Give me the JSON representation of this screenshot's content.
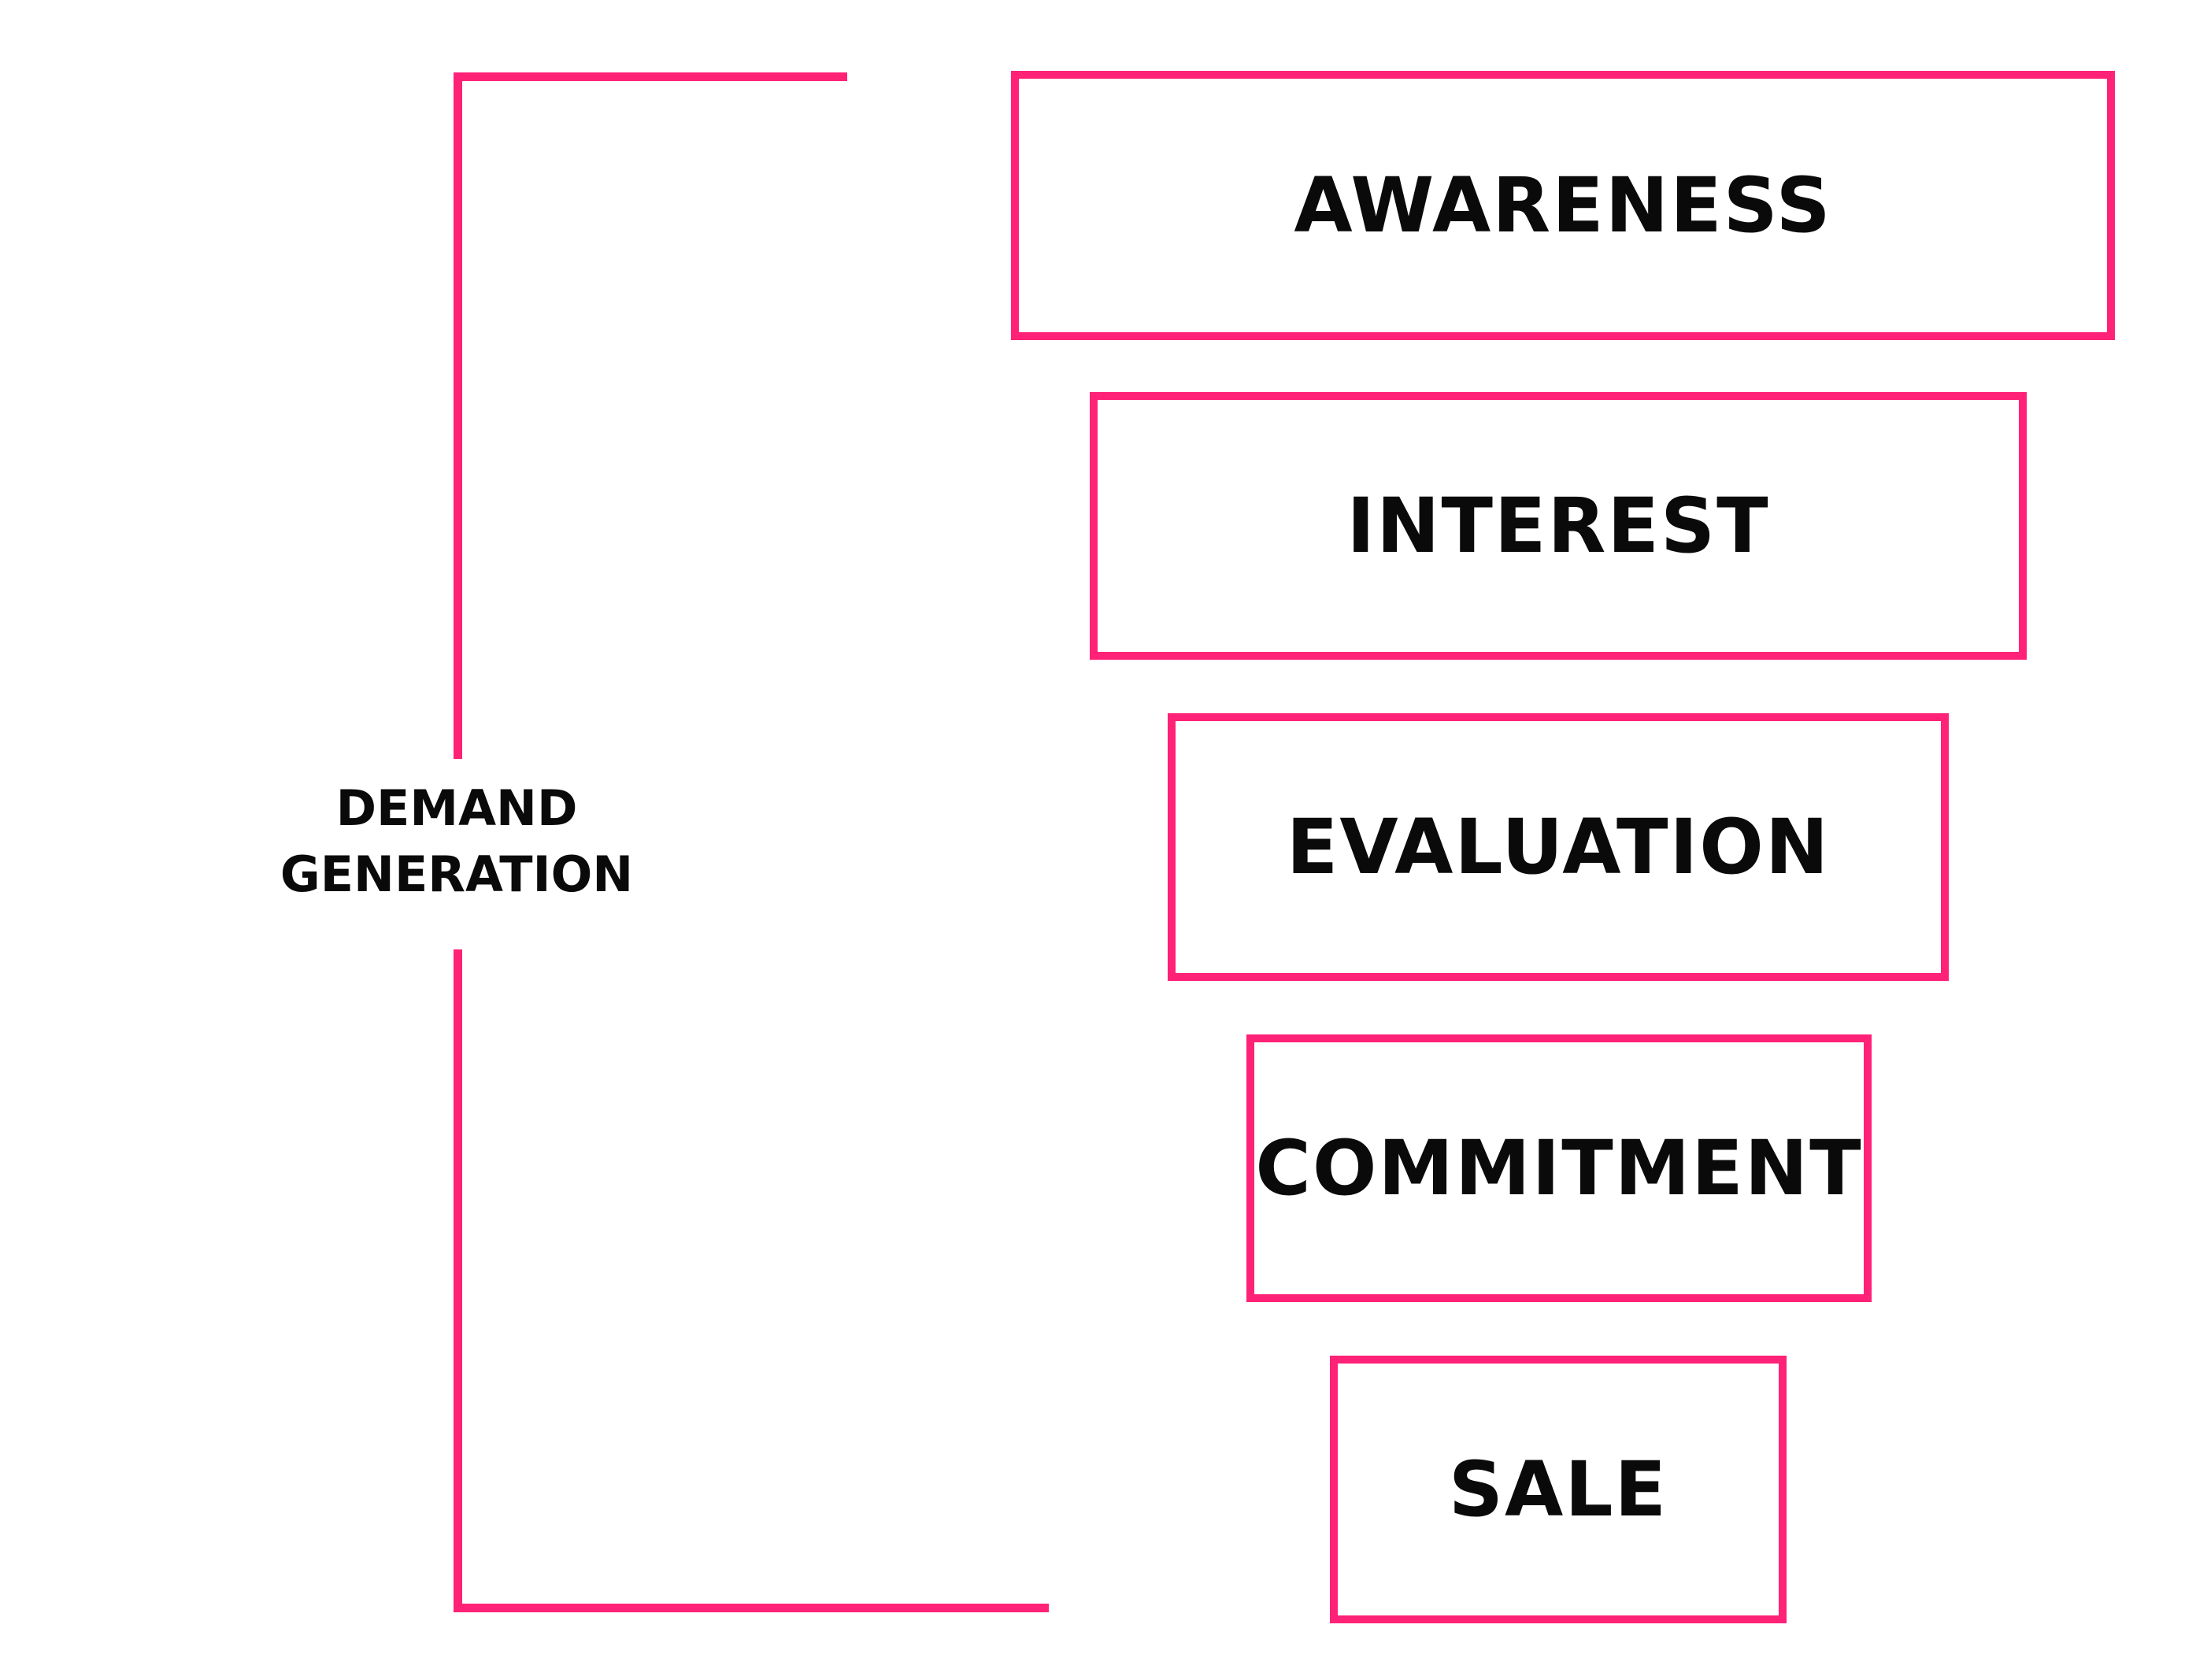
{
  "colors": {
    "accent": "#FF2277",
    "text": "#0a0a0a",
    "background": "#FFFFFF"
  },
  "bracket": {
    "label_line1": "DEMAND",
    "label_line2": "GENERATION"
  },
  "stages": [
    {
      "label": "AWARENESS"
    },
    {
      "label": "INTEREST"
    },
    {
      "label": "EVALUATION"
    },
    {
      "label": "COMMITMENT"
    },
    {
      "label": "SALE"
    }
  ]
}
